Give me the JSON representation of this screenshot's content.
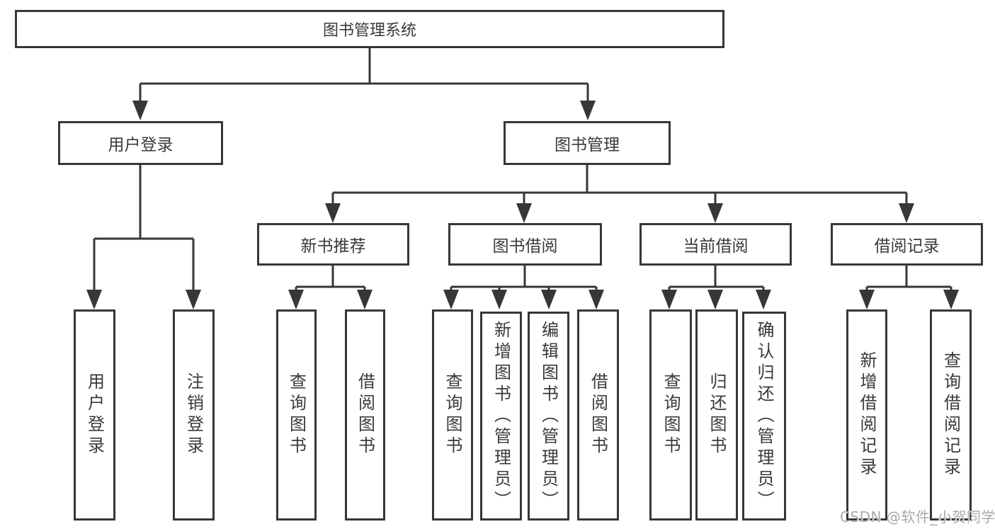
{
  "tree": {
    "label": "图书管理系统",
    "children": [
      {
        "label": "用户登录",
        "children": [
          {
            "label": "用户登录"
          },
          {
            "label": "注销登录"
          }
        ]
      },
      {
        "label": "图书管理",
        "children": [
          {
            "label": "新书推荐",
            "children": [
              {
                "label": "查询图书"
              },
              {
                "label": "借阅图书"
              }
            ]
          },
          {
            "label": "图书借阅",
            "children": [
              {
                "label": "查询图书"
              },
              {
                "label": "新增图书（管理员）"
              },
              {
                "label": "编辑图书（管理员）"
              },
              {
                "label": "借阅图书"
              }
            ]
          },
          {
            "label": "当前借阅",
            "children": [
              {
                "label": "查询图书"
              },
              {
                "label": "归还图书"
              },
              {
                "label": "确认归还（管理员）"
              }
            ]
          },
          {
            "label": "借阅记录",
            "children": [
              {
                "label": "新增借阅记录"
              },
              {
                "label": "查询借阅记录"
              }
            ]
          }
        ]
      }
    ]
  },
  "watermark": {
    "text": "CSDN @软件_小贺同学"
  },
  "colors": {
    "line": "#373737",
    "text": "#3a3a3a",
    "background": "#ffffff",
    "watermark": "#a9a9a9"
  }
}
